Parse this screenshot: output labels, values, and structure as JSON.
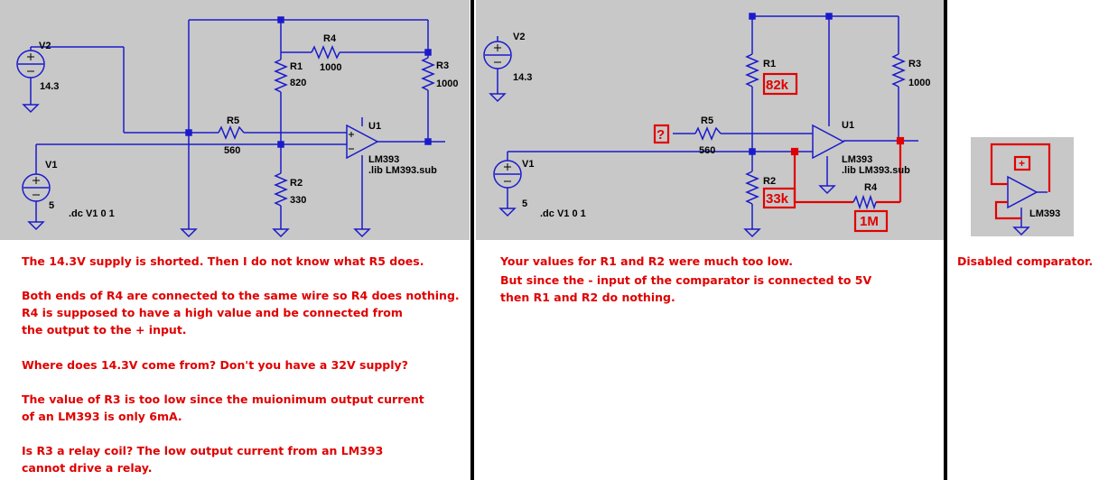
{
  "left": {
    "labels": {
      "v2": "V2",
      "v2_val": "14.3",
      "v1": "V1",
      "v1_val": "5",
      "dc": ".dc V1 0 1",
      "r4": "R4",
      "r4_val": "1000",
      "r1": "R1",
      "r1_val": "820",
      "r2": "R2",
      "r2_val": "330",
      "r3": "R3",
      "r3_val": "1000",
      "r5": "R5",
      "r5_val": "560",
      "u1": "U1",
      "lm": "LM393",
      "lib": ".lib LM393.sub"
    },
    "notes": [
      "The 14.3V supply is shorted. Then I do not know what R5 does.",
      "Both ends of R4 are connected to the same wire so R4 does nothing.",
      "R4 is supposed to have a high value and be connected from",
      "the output to the + input.",
      "Where does 14.3V come from? Don't you have a 32V supply?",
      "The value of R3 is too low since the muionimum output current",
      "of an LM393 is only 6mA.",
      "Is R3 a relay coil? The low output current from an LM393",
      "cannot drive a relay."
    ]
  },
  "middle": {
    "labels": {
      "v2": "V2",
      "v2_val": "14.3",
      "v1": "V1",
      "v1_val": "5",
      "dc": ".dc V1 0 1",
      "r1": "R1",
      "r1_new": "82k",
      "r2": "R2",
      "r2_new": "33k",
      "r3": "R3",
      "r3_val": "1000",
      "r5": "R5",
      "r5_val": "560",
      "r4": "R4",
      "r4_new": "1M",
      "q": "?",
      "u1": "U1",
      "lm": "LM393",
      "lib": ".lib LM393.sub"
    },
    "notes": [
      "Your values for R1 and R2 were much too low.",
      "But since the - input of the comparator is connected to 5V",
      "then R1 and R2 do nothing."
    ]
  },
  "right": {
    "labels": {
      "plus": "+",
      "lm": "LM393"
    },
    "note": "Disabled comparator."
  },
  "colors": {
    "wire": "#1a1acc",
    "annotation": "#e00000",
    "panel": "#c8c8c8"
  }
}
